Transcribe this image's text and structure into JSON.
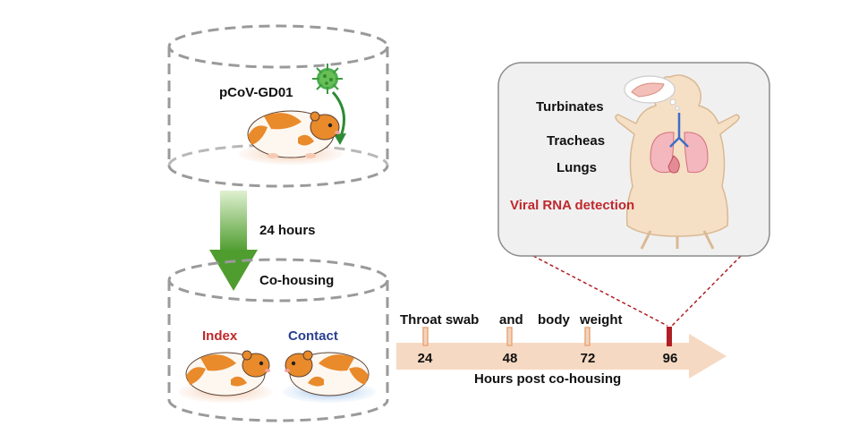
{
  "labels": {
    "virus": "pCoV-GD01",
    "wait": "24 hours",
    "cohousing": "Co-housing",
    "index": "Index",
    "contact": "Contact",
    "sampling": [
      "Throat swab",
      "and",
      "body",
      "weight"
    ],
    "axis_title": "Hours post co-housing",
    "ticks": [
      "24",
      "48",
      "72",
      "96"
    ],
    "organs": [
      "Turbinates",
      "Tracheas",
      "Lungs"
    ],
    "detection": "Viral RNA detection"
  },
  "colors": {
    "index": "#c0282c",
    "contact": "#2a3f8f",
    "detection": "#c0282c",
    "arrow_green": "#5fa83b",
    "timeline": "#f6d9c2",
    "tick": "#e8a77a",
    "final_tick": "#b01f24",
    "dashed": "#9a9a9a",
    "virus": "#4caf50",
    "hamster_orange": "#e98a2b",
    "hamster_white": "#fdf7f0"
  },
  "icons": [
    "virus-icon",
    "hamster-icon",
    "lungs-icon",
    "trachea-icon",
    "turbinate-icon"
  ]
}
